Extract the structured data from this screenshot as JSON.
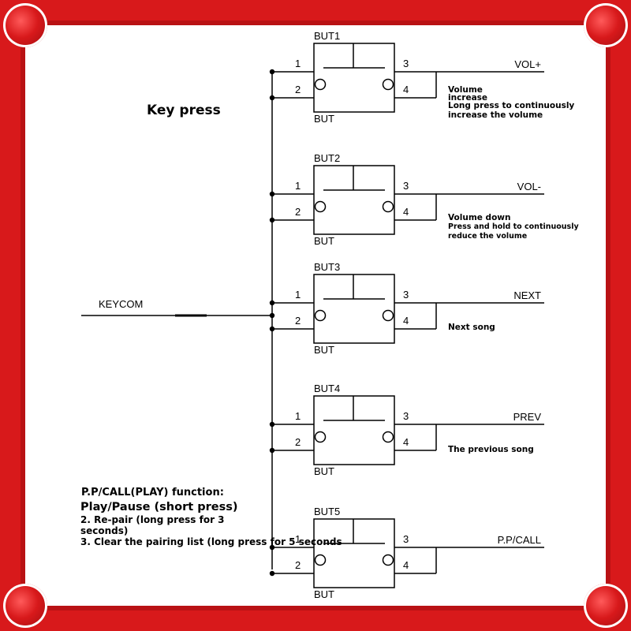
{
  "title": "Key press",
  "input_label": "KEYCOM",
  "buttons": [
    {
      "name": "BUT1",
      "bottom_label": "BUT",
      "pins": [
        "1",
        "2",
        "3",
        "4"
      ],
      "signal": "VOL+",
      "note": [
        "Volume",
        "increase",
        "Long press to continuously",
        "increase the volume"
      ]
    },
    {
      "name": "BUT2",
      "bottom_label": "BUT",
      "pins": [
        "1",
        "2",
        "3",
        "4"
      ],
      "signal": "VOL-",
      "note": [
        "Volume down",
        "Press and hold to continuously",
        "reduce the volume"
      ]
    },
    {
      "name": "BUT3",
      "bottom_label": "BUT",
      "pins": [
        "1",
        "2",
        "3",
        "4"
      ],
      "signal": "NEXT",
      "note": [
        "Next song"
      ]
    },
    {
      "name": "BUT4",
      "bottom_label": "BUT",
      "pins": [
        "1",
        "2",
        "3",
        "4"
      ],
      "signal": "PREV",
      "note": [
        "The previous song"
      ]
    },
    {
      "name": "BUT5",
      "bottom_label": "BUT",
      "pins": [
        "1",
        "2",
        "3",
        "4"
      ],
      "signal": "P.P/CALL",
      "note": []
    }
  ],
  "function": {
    "heading": "P.P/CALL(PLAY) function:",
    "lines": [
      "Play/Pause (short press)",
      "2. Re-pair (long press for 3",
      "seconds)",
      "3. Clear the pairing list (long press for 5 seconds"
    ]
  },
  "colors": {
    "frame": "#d8191b",
    "line": "#000000"
  }
}
